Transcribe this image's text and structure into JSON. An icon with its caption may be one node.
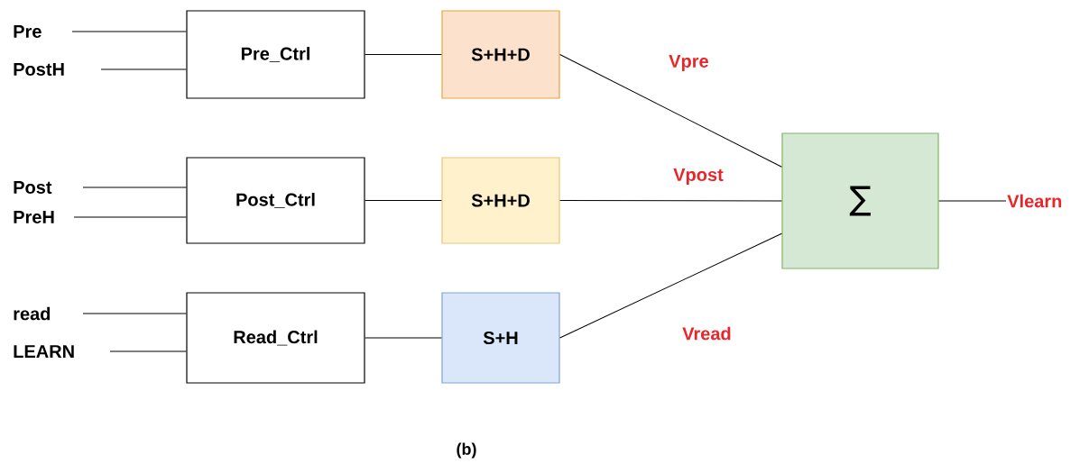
{
  "diagram": {
    "caption": "(b)",
    "nodes": [
      {
        "text": [
          "Pre"
        ]
      },
      {
        "text": [
          "PostH"
        ]
      },
      {
        "text": [
          "Pre_Ctrl"
        ]
      },
      {
        "text": [
          "S+H+D"
        ]
      },
      {
        "text": [
          "Post"
        ]
      },
      {
        "text": [
          "PreH"
        ]
      },
      {
        "text": [
          "Post_Ctrl"
        ]
      },
      {
        "text": [
          "S+H+D"
        ]
      },
      {
        "text": [
          "read"
        ]
      },
      {
        "text": [
          "LEARN"
        ]
      },
      {
        "text": [
          "Read_Ctrl"
        ]
      },
      {
        "text": [
          "S+H"
        ]
      },
      {
        "text": [
          "∑"
        ]
      },
      {
        "text": [
          "Vlearn"
        ]
      }
    ],
    "edges": [
      {
        "from": 0,
        "to": 2,
        "arrow": "none"
      },
      {
        "from": 1,
        "to": 2,
        "arrow": "none"
      },
      {
        "from": 2,
        "to": 3,
        "arrow": "none"
      },
      {
        "from": 4,
        "to": 6,
        "arrow": "none"
      },
      {
        "from": 5,
        "to": 6,
        "arrow": "none"
      },
      {
        "from": 6,
        "to": 7,
        "arrow": "none"
      },
      {
        "from": 8,
        "to": 10,
        "arrow": "none"
      },
      {
        "from": 9,
        "to": 10,
        "arrow": "none"
      },
      {
        "from": 10,
        "to": 11,
        "arrow": "none"
      },
      {
        "from": 3,
        "to": 12,
        "arrow": "none",
        "label": "Vpre"
      },
      {
        "from": 7,
        "to": 12,
        "arrow": "none",
        "label": "Vpost"
      },
      {
        "from": 11,
        "to": 12,
        "arrow": "none",
        "label": "Vread"
      },
      {
        "from": 12,
        "to": 13,
        "arrow": "none"
      }
    ]
  }
}
